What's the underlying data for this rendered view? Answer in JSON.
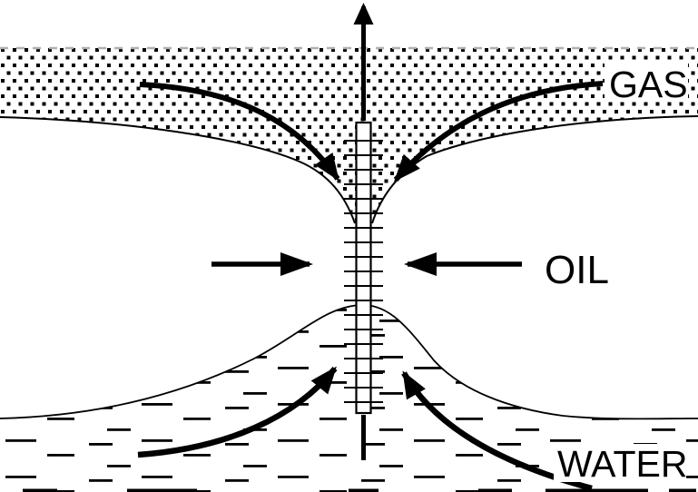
{
  "labels": {
    "gas": "GAS",
    "oil": "OIL",
    "water": "WATER"
  },
  "colors": {
    "ink": "#000000",
    "background": "#ffffff",
    "boundary_dash": "#b0b0b0"
  }
}
